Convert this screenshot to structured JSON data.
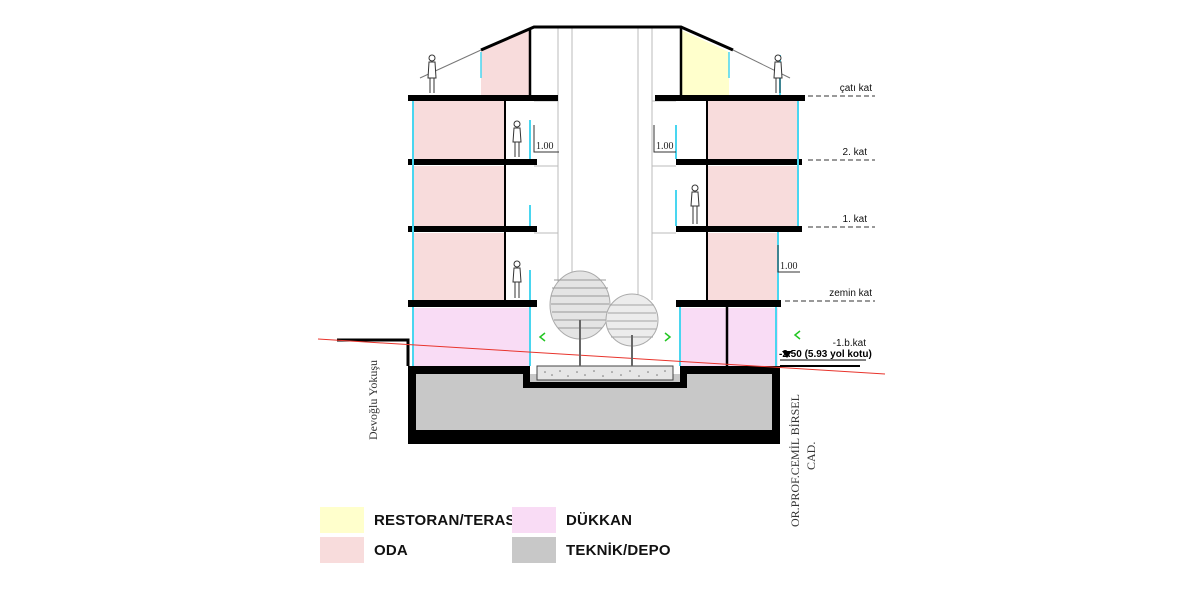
{
  "levels": [
    {
      "label": "çatı kat"
    },
    {
      "label": "2. kat"
    },
    {
      "label": "1. kat"
    },
    {
      "label": "zemin kat"
    },
    {
      "label": "-1.b.kat"
    }
  ],
  "elevation_note": "-2.50 (5.93 yol kotu)",
  "railing_dimension": "1.00",
  "streets": {
    "left": "Devoğlu Yokuşu",
    "right_line1": "OR.PROF.CEMİL BİRSEL",
    "right_line2": "CAD."
  },
  "legend": [
    {
      "label": "RESTORAN/TERAS",
      "color": "#ffffcc"
    },
    {
      "label": "DÜKKAN",
      "color": "#f9dcf5"
    },
    {
      "label": "ODA",
      "color": "#f8dcdc"
    },
    {
      "label": "TEKNİK/DEPO",
      "color": "#c8c8c8"
    }
  ],
  "colors": {
    "restoran": "#ffffcc",
    "oda": "#f8dcdc",
    "dukkan": "#f9dcf5",
    "teknik": "#c8c8c8",
    "glass": "#49d6f0",
    "ground_line": "#e8342c",
    "landscape_accent": "#23c623"
  }
}
